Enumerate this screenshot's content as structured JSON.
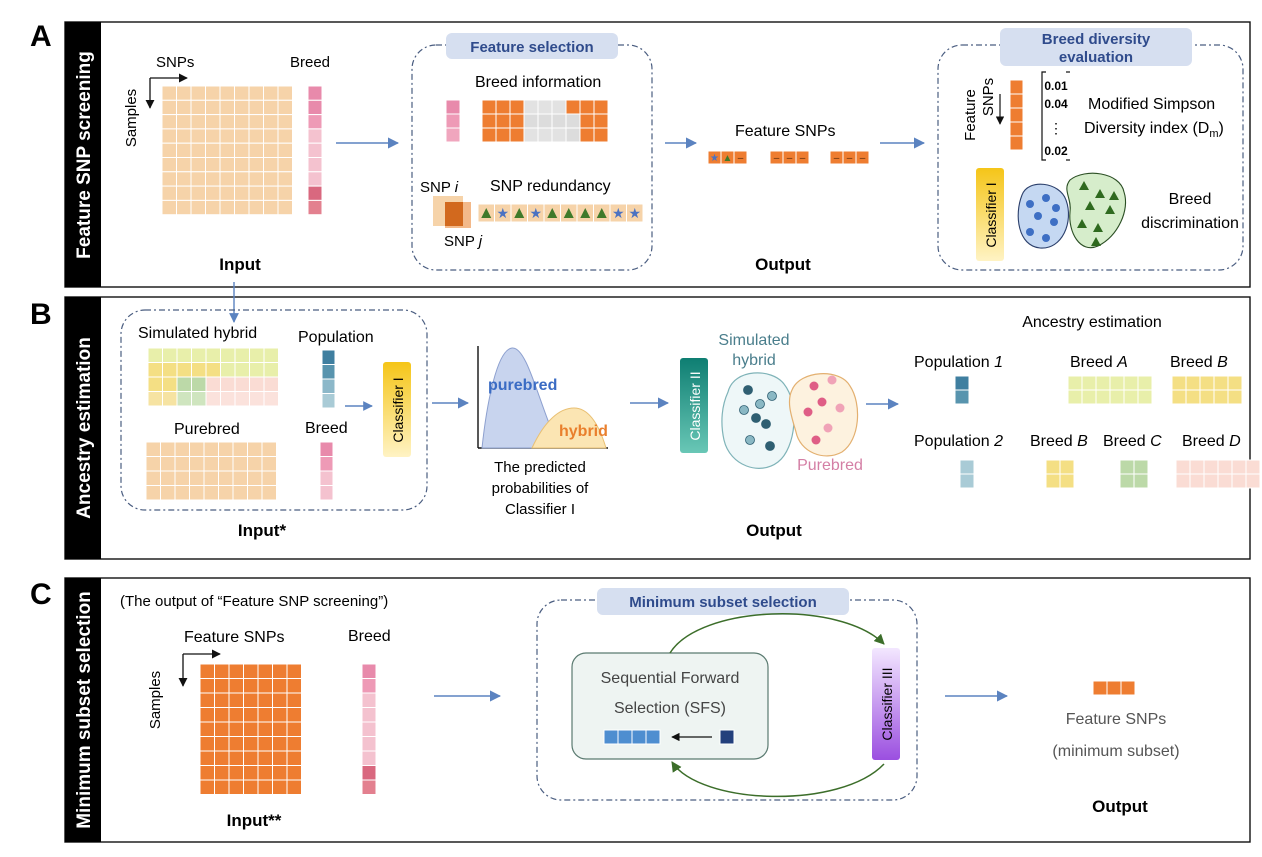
{
  "panels": {
    "A": {
      "letter": "A",
      "side_title": "Feature SNP screening",
      "axis_snps": "SNPs",
      "axis_samples": "Samples",
      "breed_label": "Breed",
      "input_label": "Input",
      "feature_selection": {
        "title": "Feature selection",
        "breed_information": "Breed information",
        "snp_i_prefix": "SNP ",
        "snp_i_var": "i",
        "snp_j_prefix": "SNP ",
        "snp_j_var": "j",
        "snp_redundancy": "SNP redundancy"
      },
      "feature_snps_label": "Feature SNPs",
      "output_label": "Output",
      "breed_diversity": {
        "title_line1": "Breed diversity",
        "title_line2": "evaluation",
        "feature_label": "Feature",
        "snps_label": "SNPs",
        "values": [
          "0.01",
          "0.04",
          "0.02"
        ],
        "ellipsis": "⋮",
        "msdi_line1": "Modified Simpson",
        "msdi_line2_prefix": "Diversity index (D",
        "msdi_sub": "m",
        "msdi_suffix": ")",
        "classifier": "Classifier I",
        "discrimination_line1": "Breed",
        "discrimination_line2": "discrimination"
      }
    },
    "B": {
      "letter": "B",
      "side_title": "Ancestry estimation",
      "simulated_hybrid": "Simulated hybrid",
      "population": "Population",
      "purebred": "Purebred",
      "breed": "Breed",
      "classifier_1": "Classifier I",
      "input_label": "Input*",
      "curve_purebred": "purebred",
      "curve_hybrid": "hybrid",
      "pred_line1": "The predicted",
      "pred_line2": "probabilities of",
      "pred_line3": "Classifier I",
      "classifier_2": "Classifier II",
      "cluster_hybrid_line1": "Simulated",
      "cluster_hybrid_line2": "hybrid",
      "cluster_purebred": "Purebred",
      "output_label": "Output",
      "ancestry_title": "Ancestry estimation",
      "pop1_prefix": "Population ",
      "pop1_var": "1",
      "pop2_prefix": "Population ",
      "pop2_var": "2",
      "breed_prefix": "Breed ",
      "breed_A": "A",
      "breed_B": "B",
      "breed_C": "C",
      "breed_D": "D"
    },
    "C": {
      "letter": "C",
      "side_title": "Minimum subset selection",
      "note": "(The output of “Feature SNP screening”)",
      "axis_feature_snps": "Feature SNPs",
      "axis_samples": "Samples",
      "breed_label": "Breed",
      "input_label": "Input**",
      "mss_title": "Minimum subset selection",
      "sfs_line1": "Sequential Forward",
      "sfs_line2": "Selection (SFS)",
      "classifier_3": "Classifier III",
      "feature_snps_label": "Feature SNPs",
      "minimum_subset": "(minimum subset)",
      "output_label": "Output"
    }
  },
  "colors": {
    "orange": "#ee7d31",
    "light_orange": "#f6d3a9",
    "pink": "#e88aab",
    "dash_border": "#4a5d80",
    "title_box": "#d6dff0",
    "title_text": "#2f4b8c",
    "arrow": "#5b83c0"
  }
}
